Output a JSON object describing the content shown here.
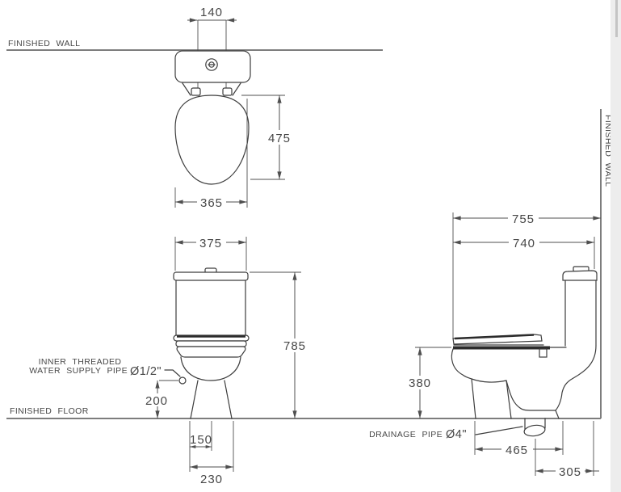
{
  "labels": {
    "finished_wall_top": "FINISHED WALL",
    "finished_wall_right": "FINISHED WALL",
    "finished_floor": "FINISHED FLOOR",
    "supply_line1": "INNER THREADED",
    "supply_line2": "WATER SUPPLY PIPE",
    "supply_size": "Ø1/2\"",
    "drain_label": "DRAINAGE PIPE",
    "drain_size": "Ø4\""
  },
  "dimensions": {
    "top_view": {
      "tank_hinge_spacing": "140",
      "seat_length": "475",
      "seat_width": "365"
    },
    "front_view": {
      "tank_width": "375",
      "total_height": "785",
      "supply_pipe_height": "200",
      "base_offset": "150",
      "base_width": "230"
    },
    "side_view": {
      "wall_to_front": "755",
      "body_depth": "740",
      "seat_height": "380",
      "front_to_drain": "465",
      "drain_to_wall": "305"
    }
  }
}
